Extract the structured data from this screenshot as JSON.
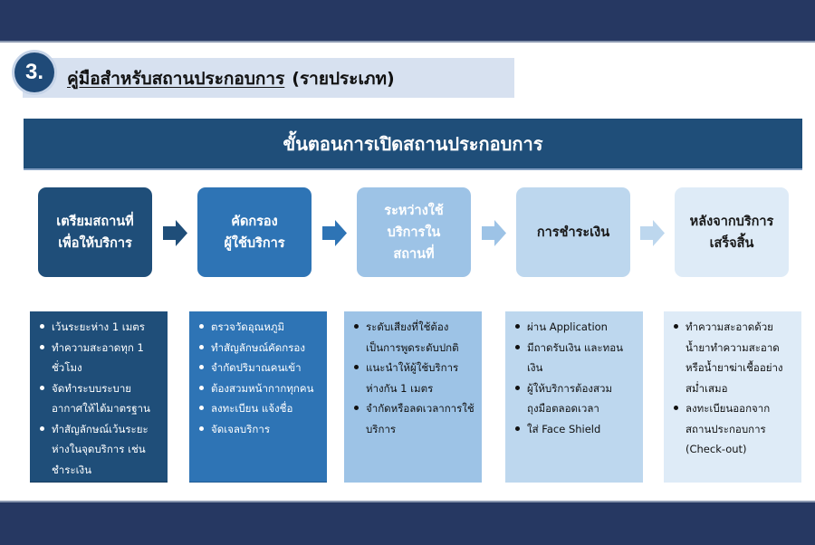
{
  "section": {
    "number": "3.",
    "title_underlined": "คู่มือสำหรับสถานประกอบการ",
    "title_suffix": "(รายประเภท)"
  },
  "banner": {
    "title": "ขั้นตอนการเปิดสถานประกอบการ"
  },
  "colors": {
    "frame_bar": "#263862",
    "banner": "#1f4e79",
    "step_1": "#1f4e79",
    "step_2": "#2e74b5",
    "step_3": "#9dc3e6",
    "step_4": "#bdd7ee",
    "step_5": "#deebf7"
  },
  "steps": [
    {
      "label": "เตรียมสถานที่\nเพื่อให้บริการ",
      "details": [
        "เว้นระยะห่าง 1 เมตร",
        "ทำความสะอาดทุก 1 ชั่วโมง",
        "จัดทำระบบระบายอากาศให้ได้มาตรฐาน",
        "ทำสัญลักษณ์เว้นระยะห่างในจุดบริการ เช่น ชำระเงิน"
      ]
    },
    {
      "label": "คัดกรอง\nผู้ใช้บริการ",
      "details": [
        "ตรวจวัดอุณหภูมิ",
        "ทำสัญลักษณ์คัดกรอง",
        "จำกัดปริมาณคนเข้า",
        "ต้องสวมหน้ากากทุกคน",
        "ลงทะเบียน แจ้งชื่อ",
        "จัดเจลบริการ"
      ]
    },
    {
      "label": "ระหว่างใช้\nบริการใน\nสถานที่",
      "details": [
        "ระดับเสียงที่ใช้ต้องเป็นการพูดระดับปกติ",
        "แนะนำให้ผู้ใช้บริการห่างกัน 1 เมตร",
        "จำกัดหรือลดเวลาการใช้บริการ"
      ]
    },
    {
      "label": "การชำระเงิน",
      "details": [
        "ผ่าน Application",
        "มีถาดรับเงิน และทอนเงิน",
        "ผู้ให้บริการต้องสวมถุงมือตลอดเวลา",
        "ใส่ Face Shield"
      ]
    },
    {
      "label": "หลังจากบริการ\nเสร็จสิ้น",
      "details": [
        "ทำความสะอาดด้วยน้ำยาทำความสะอาดหรือน้ำยาฆ่าเชื้ออย่างสม่ำเสมอ",
        "ลงทะเบียนออกจากสถานประกอบการ (Check-out)"
      ]
    }
  ],
  "arrows": [
    {
      "icon": "arrow-right-icon",
      "color": "#1f4e79"
    },
    {
      "icon": "arrow-right-icon",
      "color": "#2e74b5"
    },
    {
      "icon": "arrow-right-icon",
      "color": "#9dc3e6"
    },
    {
      "icon": "arrow-right-icon",
      "color": "#bdd7ee"
    }
  ]
}
